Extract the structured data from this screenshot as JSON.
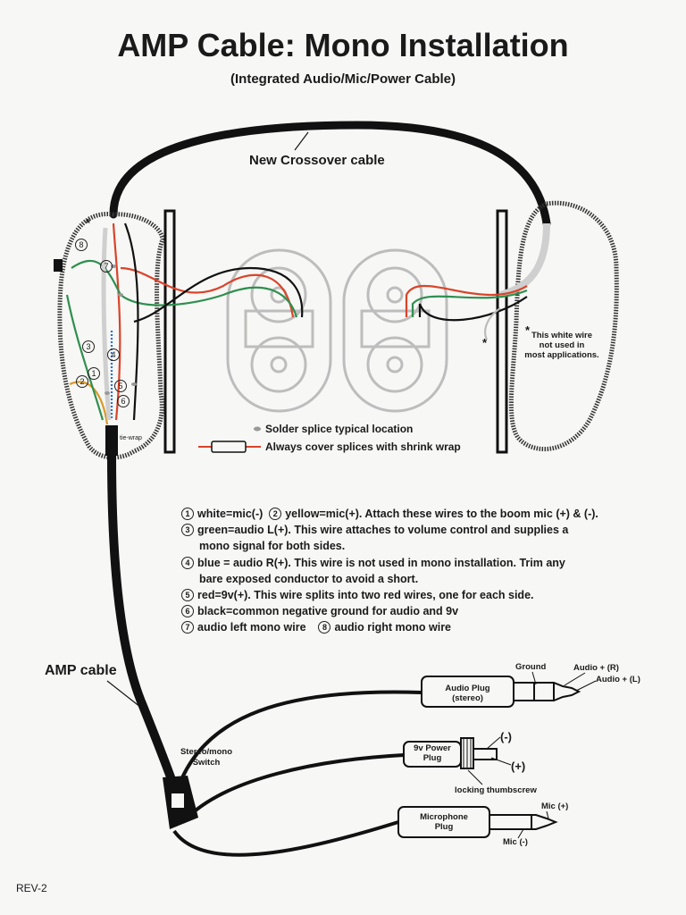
{
  "title": "AMP Cable: Mono Installation",
  "subtitle": "(Integrated Audio/Mic/Power Cable)",
  "labels": {
    "crossover": "New Crossover cable",
    "tiewrap": "tie-wrap",
    "white_wire_note": [
      "This white wire",
      "not used in",
      "most applications."
    ],
    "asterisk": "*",
    "solder": "Solder splice typical location",
    "shrink": "Always cover splices with shrink wrap",
    "amp_cable": "AMP cable",
    "switch": [
      "Stereo/mono",
      "Switch"
    ],
    "audio_plug": [
      "Audio Plug",
      "(stereo)"
    ],
    "power_plug": [
      "9v Power",
      "Plug"
    ],
    "mic_plug": [
      "Microphone",
      "Plug"
    ],
    "ground": "Ground",
    "audio_r": "Audio + (R)",
    "audio_l": "Audio + (L)",
    "minus": "(-)",
    "plus": "(+)",
    "thumbscrew": "locking thumbscrew",
    "mic_plus": "Mic (+)",
    "mic_minus": "Mic (-)",
    "rev": "REV-2"
  },
  "circle_nums": [
    "1",
    "2",
    "3",
    "4",
    "5",
    "6",
    "7",
    "8"
  ],
  "notes": [
    {
      "n1": "1",
      "t1": "white=mic(-)",
      "n2": "2",
      "t2": "yellow=mic(+). Attach these wires to the boom mic (+) & (-)."
    },
    {
      "n1": "3",
      "t1": "green=audio L(+). This wire attaches to volume control and supplies a"
    },
    {
      "t1": "mono signal for both sides."
    },
    {
      "n1": "4",
      "t1": "blue = audio R(+). This wire is not used in mono installation.  Trim any"
    },
    {
      "t1": "bare exposed conductor to avoid a short."
    },
    {
      "n1": "5",
      "t1": "red=9v(+). This wire splits into two red wires, one for each side."
    },
    {
      "n1": "6",
      "t1": "black=common negative ground for audio and 9v"
    },
    {
      "n1": "7",
      "t1": "audio left mono wire",
      "n2": "8",
      "t2": "audio right mono wire"
    }
  ],
  "colors": {
    "red": "#d9442a",
    "green": "#2f8f4f",
    "blue": "#2a6fd0",
    "yellow": "#d99a2a",
    "black": "#111111",
    "outline": "#b8b8b8"
  }
}
